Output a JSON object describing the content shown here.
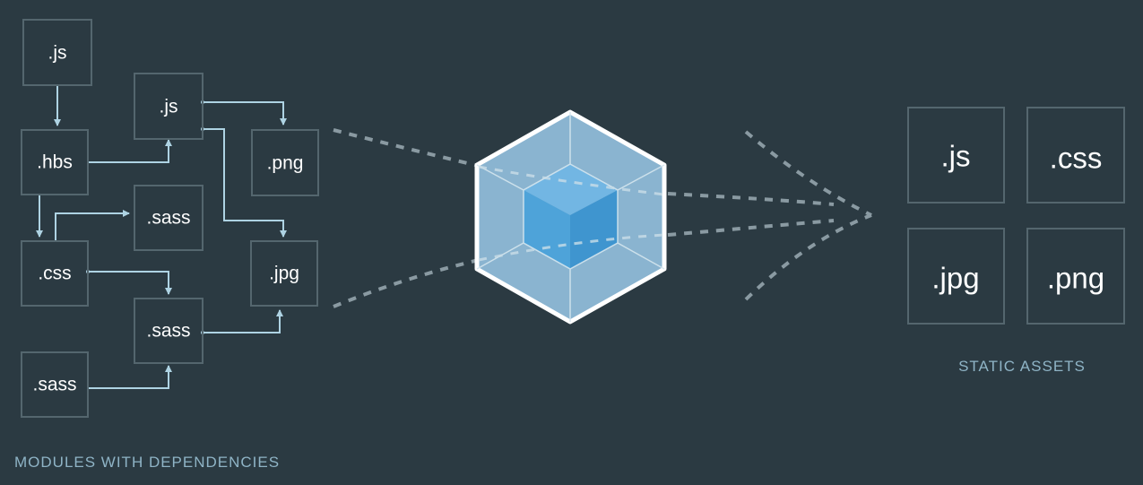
{
  "modules": {
    "label": "MODULES WITH DEPENDENCIES",
    "items": [
      {
        "id": "js1",
        "label": ".js"
      },
      {
        "id": "js2",
        "label": ".js"
      },
      {
        "id": "hbs",
        "label": ".hbs"
      },
      {
        "id": "png",
        "label": ".png"
      },
      {
        "id": "sass1",
        "label": ".sass"
      },
      {
        "id": "css",
        "label": ".css"
      },
      {
        "id": "jpg",
        "label": ".jpg"
      },
      {
        "id": "sass2",
        "label": ".sass"
      },
      {
        "id": "sass3",
        "label": ".sass"
      }
    ]
  },
  "assets": {
    "label": "STATIC ASSETS",
    "items": [
      {
        "id": "a-js",
        "label": ".js"
      },
      {
        "id": "a-css",
        "label": ".css"
      },
      {
        "id": "a-jpg",
        "label": ".jpg"
      },
      {
        "id": "a-png",
        "label": ".png"
      }
    ]
  },
  "colors": {
    "background": "#2b3a42",
    "box_stroke": "#54666e",
    "arrow": "#aed3e3",
    "cube_outer": "#8ab4d0",
    "cube_inner": "#4ea3d9",
    "section_label": "#8fb4c6"
  },
  "bundler": {
    "icon": "webpack-cube-icon"
  }
}
